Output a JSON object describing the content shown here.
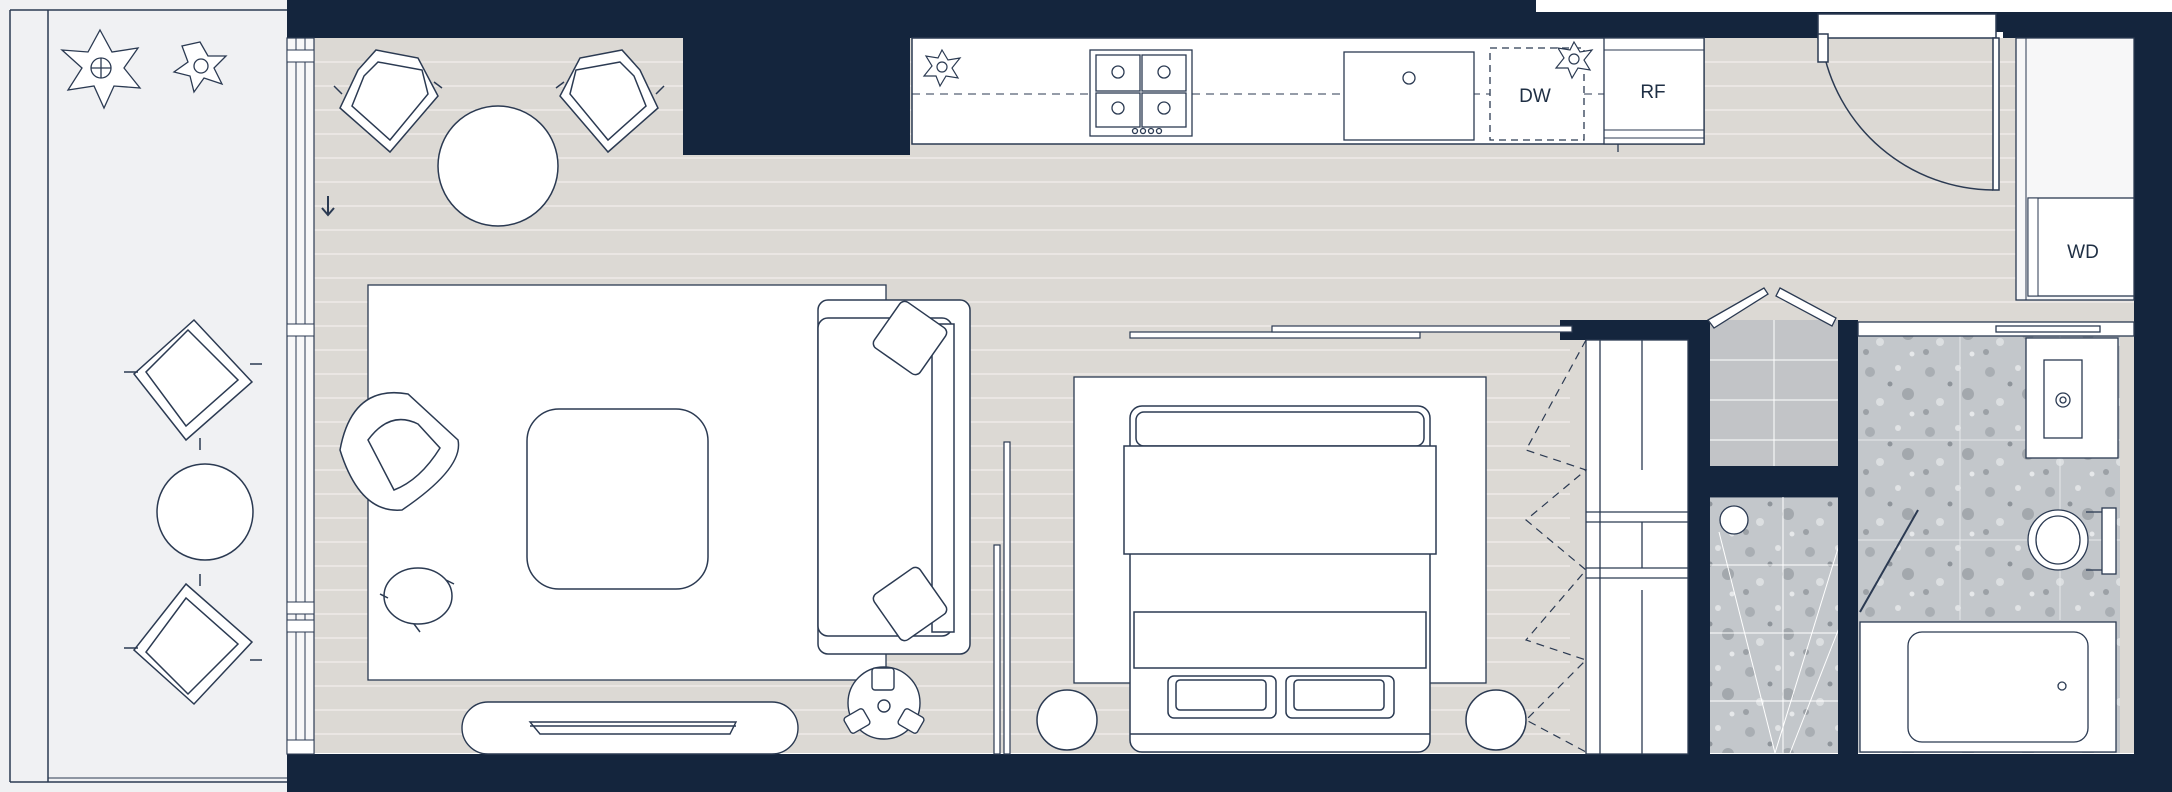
{
  "plan": {
    "labels": {
      "dishwasher": "DW",
      "refrigerator": "RF",
      "washer_dryer": "WD"
    },
    "colors": {
      "wall": "#14253d",
      "floor": "#dcd9d4",
      "floor_lines": "#f1efec",
      "balcony": "#f0f1f3",
      "tile": "#c2c4c7",
      "terrazzo": "#b9bdc1",
      "line": "#2b3a52",
      "furniture": "#ffffff"
    }
  }
}
